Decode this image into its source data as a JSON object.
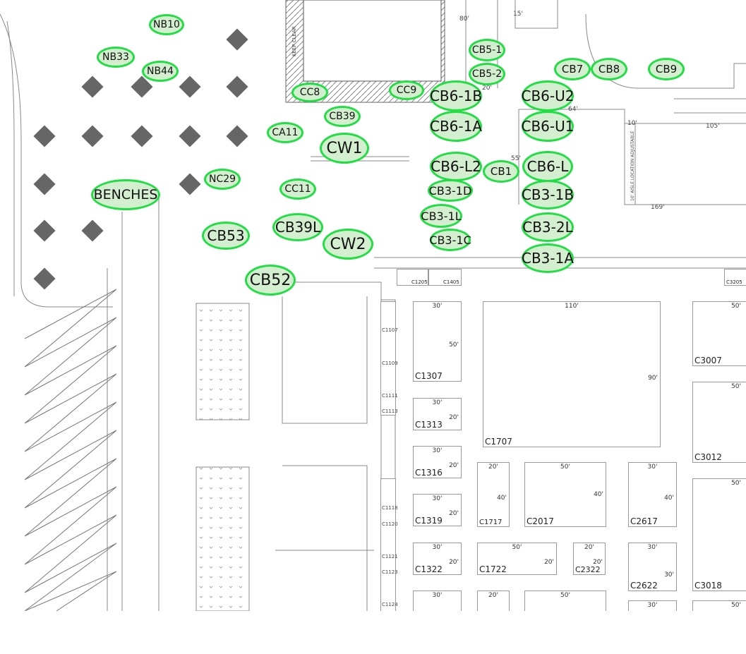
{
  "markers": {
    "nb10": "NB10",
    "nb33": "NB33",
    "nb44": "NB44",
    "cc8": "CC8",
    "cc9": "CC9",
    "cb39": "CB39",
    "ca11": "CA11",
    "cw1": "CW1",
    "nc29": "NC29",
    "cc11": "CC11",
    "benches": "BENCHES",
    "cb53": "CB53",
    "cb39l": "CB39L",
    "cw2": "CW2",
    "cb52": "CB52",
    "cb5_1": "CB5-1",
    "cb5_2": "CB5-2",
    "cb7": "CB7",
    "cb8": "CB8",
    "cb9": "CB9",
    "cb6_1b": "CB6-1B",
    "cb6_1a": "CB6-1A",
    "cb6_l2": "CB6-L2",
    "cb1": "CB1",
    "cb3_1d": "CB3-1D",
    "cb3_1l": "CB3-1L",
    "cb3_1c": "CB3-1C",
    "cb6_u2": "CB6-U2",
    "cb6_u1": "CB6-U1",
    "cb6_l": "CB6-L",
    "cb3_1b": "CB3-1B",
    "cb3_2l": "CB3-2L",
    "cb3_1a": "CB3-1A"
  },
  "booths": {
    "c1307": {
      "id": "C1307",
      "w": "30'",
      "h": "50'"
    },
    "c1313": {
      "id": "C1313",
      "w": "30'",
      "h": "20'"
    },
    "c1707": {
      "id": "C1707",
      "w": "110'",
      "h": "90'"
    },
    "c3007": {
      "id": "C3007",
      "w": "50'"
    },
    "c3012": {
      "id": "C3012",
      "w": "50'"
    },
    "c1316": {
      "id": "C1316",
      "w": "30'",
      "h": "20'"
    },
    "c1319": {
      "id": "C1319",
      "w": "30'",
      "h": "20'"
    },
    "c1717": {
      "id": "C1717",
      "w": "20'",
      "h": "40'"
    },
    "c2017": {
      "id": "C2017",
      "w": "50'",
      "h": "40'"
    },
    "c2617": {
      "id": "C2617",
      "w": "30'",
      "h": "40'"
    },
    "c3018": {
      "id": "C3018",
      "w": "50'"
    },
    "c1322": {
      "id": "C1322",
      "w": "30'",
      "h": "20'"
    },
    "c1722": {
      "id": "C1722",
      "w": "50'",
      "h": "20'"
    },
    "c2322": {
      "id": "C2322",
      "w": "20'",
      "h": "20'"
    },
    "c2622": {
      "id": "C2622",
      "w": "30'",
      "h": "30'"
    },
    "b_a": {
      "w": "30'"
    },
    "b_b": {
      "w": "20'"
    },
    "b_c": {
      "w": "50'"
    },
    "b_d": {
      "w": "30'"
    },
    "b_e": {
      "w": "50'"
    }
  },
  "small_booths": {
    "c1205": "C1205",
    "c1405": "C1405",
    "c3205": "C3205",
    "c1107": "C1107",
    "c1109": "C1109",
    "c1111": "C1111",
    "c1113": "C1113",
    "c1118": "C1118",
    "c1120": "C1120",
    "c1121": "C1121",
    "c1123": "C1123",
    "c1124": "C1124",
    "d20": "20'"
  },
  "dims": {
    "d80": "80'",
    "d15": "15'",
    "d20": "20'",
    "d64": "64'",
    "d10": "10'",
    "d105": "105'",
    "d55": "55'",
    "d169": "169'",
    "keep_clear": "KEEP CLEAR",
    "aisle": "10' AISLE LOCATION ADJUSTABLE"
  }
}
